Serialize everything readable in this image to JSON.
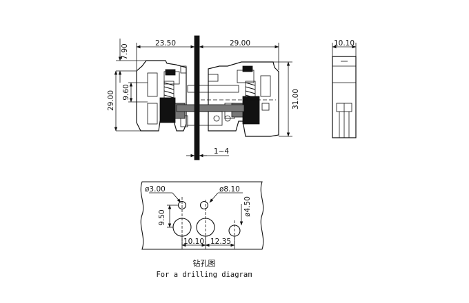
{
  "dimensions": {
    "width_left": "23.50",
    "width_right": "29.00",
    "depth": "10.10",
    "top_offset": "7.90",
    "height_left": "29.00",
    "inner_height": "9.60",
    "height_right": "31.00",
    "panel_range": "1~4"
  },
  "drilling": {
    "small_hole": "ø3.00",
    "large_hole": "ø8.10",
    "side_hole": "ø4.50",
    "vertical_offset": "9.50",
    "spacing_1": "10.10",
    "spacing_2": "12.35"
  },
  "caption": {
    "chinese": "钻孔图",
    "english": "For a drilling diagram"
  }
}
